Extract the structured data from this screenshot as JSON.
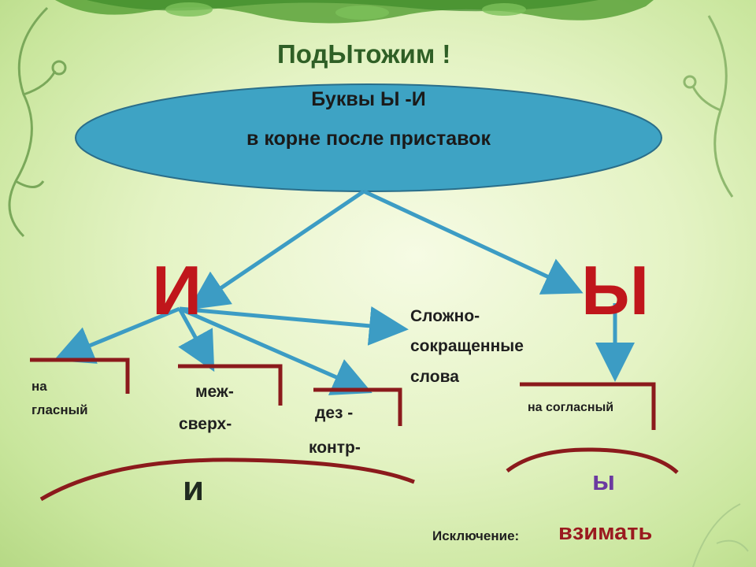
{
  "slide": {
    "title": "ПодЫтожим !",
    "ellipse": {
      "line1": "Буквы Ы -И",
      "line2": "в корне после приставок"
    },
    "branch_i": {
      "letter": "И",
      "on_vowel": [
        "на",
        "гласный"
      ],
      "prefixes_a": [
        "меж-",
        "сверх-"
      ],
      "prefixes_b": [
        "дез -",
        "контр-"
      ],
      "compound": [
        "Сложно-",
        "сокращенные",
        "слова"
      ],
      "result": "и"
    },
    "branch_y": {
      "letter": "Ы",
      "on_consonant": "на согласный",
      "result": "ы"
    },
    "exception": {
      "label": "Исключение:",
      "word": "взимать"
    }
  },
  "colors": {
    "ellipse_fill": "#3ea3c4",
    "arrow": "#3c9cc4",
    "bracket": "#8b1a1c",
    "big_letter": "#c0161b",
    "title": "#2f5f26",
    "result_y": "#6b3aa0"
  }
}
